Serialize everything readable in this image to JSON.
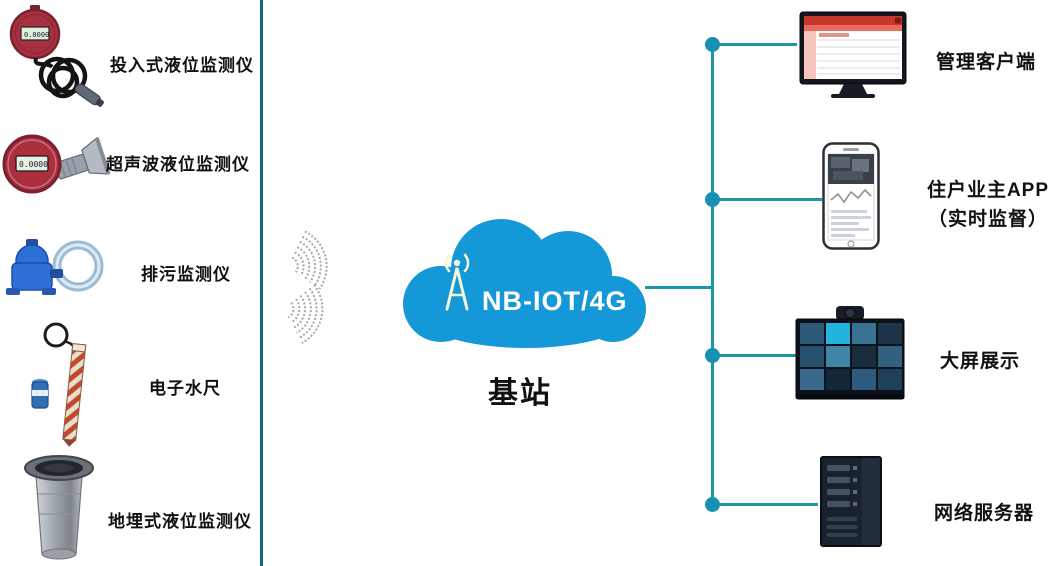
{
  "diagram": {
    "cloud": {
      "label": "NB-IOT/4G",
      "caption": "基站"
    },
    "devices": [
      {
        "label": "投入式液位监测仪",
        "icon": "submersible-level-sensor-icon",
        "display": "0.0000"
      },
      {
        "label": "超声波液位监测仪",
        "icon": "ultrasonic-level-sensor-icon",
        "display": "0.0000"
      },
      {
        "label": "排污监测仪",
        "icon": "drain-monitor-icon"
      },
      {
        "label": "电子水尺",
        "icon": "electronic-water-gauge-icon"
      },
      {
        "label": "地埋式液位监测仪",
        "icon": "buried-level-sensor-icon"
      }
    ],
    "endpoints": [
      {
        "label": "管理客户端",
        "icon": "management-client-monitor-icon"
      },
      {
        "label": "住户业主APP",
        "sublabel": "（实时监督）",
        "icon": "resident-app-phone-icon"
      },
      {
        "label": "大屏展示",
        "icon": "big-screen-display-icon"
      },
      {
        "label": "网络服务器",
        "icon": "network-server-icon"
      }
    ],
    "colors": {
      "cloud_blue": "#1598d8",
      "line_teal": "#1b97a8",
      "divider_teal": "#0d6b7d",
      "node_dot": "#1791b2"
    }
  }
}
